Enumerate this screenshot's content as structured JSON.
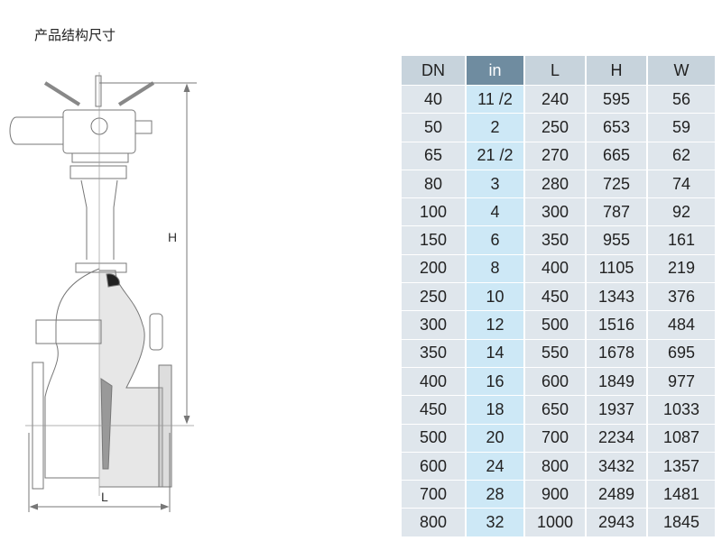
{
  "title": "产品结构尺寸",
  "drawing": {
    "height_label": "H",
    "length_label": "L"
  },
  "table": {
    "headers": [
      "DN",
      "in",
      "L",
      "H",
      "W"
    ],
    "rows": [
      [
        "40",
        "11 /2",
        "240",
        "595",
        "56"
      ],
      [
        "50",
        "2",
        "250",
        "653",
        "59"
      ],
      [
        "65",
        "21 /2",
        "270",
        "665",
        "62"
      ],
      [
        "80",
        "3",
        "280",
        "725",
        "74"
      ],
      [
        "100",
        "4",
        "300",
        "787",
        "92"
      ],
      [
        "150",
        "6",
        "350",
        "955",
        "161"
      ],
      [
        "200",
        "8",
        "400",
        "1105",
        "219"
      ],
      [
        "250",
        "10",
        "450",
        "1343",
        "376"
      ],
      [
        "300",
        "12",
        "500",
        "1516",
        "484"
      ],
      [
        "350",
        "14",
        "550",
        "1678",
        "695"
      ],
      [
        "400",
        "16",
        "600",
        "1849",
        "977"
      ],
      [
        "450",
        "18",
        "650",
        "1937",
        "1033"
      ],
      [
        "500",
        "20",
        "700",
        "2234",
        "1087"
      ],
      [
        "600",
        "24",
        "800",
        "3432",
        "1357"
      ],
      [
        "700",
        "28",
        "900",
        "2489",
        "1481"
      ],
      [
        "800",
        "32",
        "1000",
        "2943",
        "1845"
      ]
    ]
  }
}
